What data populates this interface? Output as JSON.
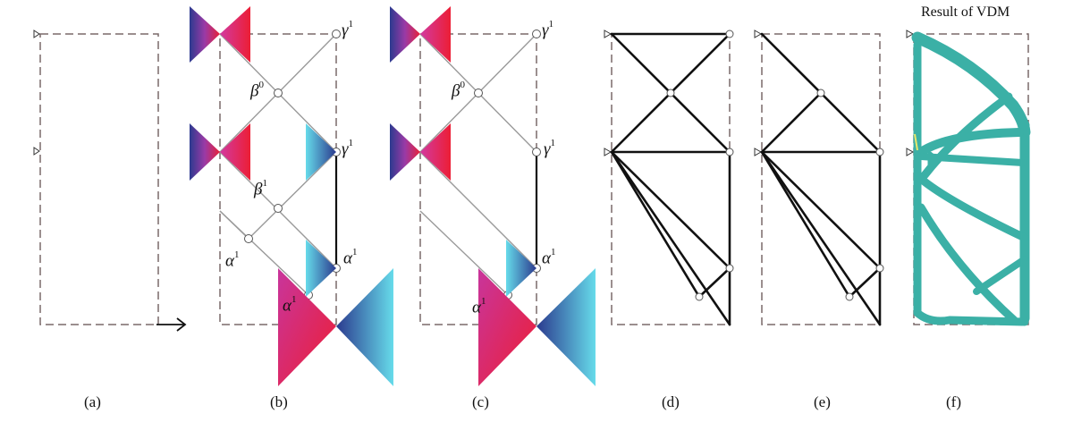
{
  "panels": [
    {
      "id": "a",
      "label": "(a)"
    },
    {
      "id": "b",
      "label": "(b)"
    },
    {
      "id": "c",
      "label": "(c)"
    },
    {
      "id": "d",
      "label": "(d)"
    },
    {
      "id": "e",
      "label": "(e)"
    },
    {
      "id": "f",
      "label": "(f)"
    }
  ],
  "panel_f_title": "Result of VDM",
  "symbols": {
    "gamma": "γ",
    "beta": "β",
    "alpha": "α",
    "sup1": "1",
    "sup0": "0"
  },
  "colors": {
    "outline": "#7a6a6a",
    "member": "#111111",
    "thin_member": "#9a9a9a",
    "magenta": "#d0308f",
    "red": "#e8213a",
    "blue": "#2c3a8f",
    "cyan": "#5cd2e6",
    "vdm": "#3bb0a6"
  }
}
